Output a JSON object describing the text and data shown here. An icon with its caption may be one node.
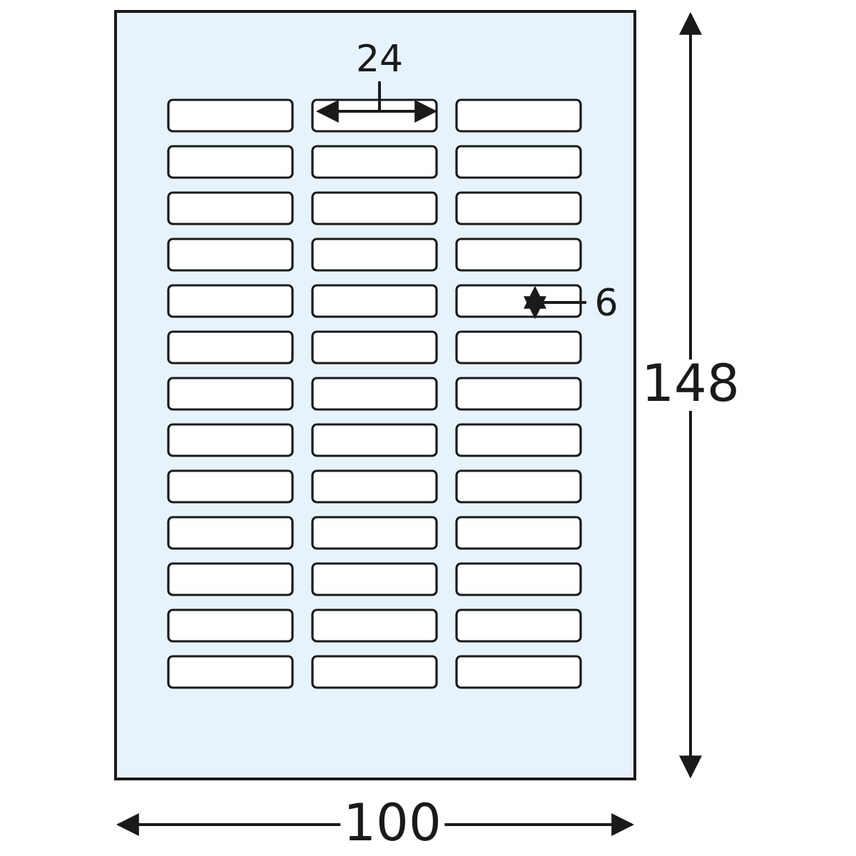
{
  "diagram": {
    "labels": [
      "24",
      "6",
      "148",
      "100"
    ]
  }
}
